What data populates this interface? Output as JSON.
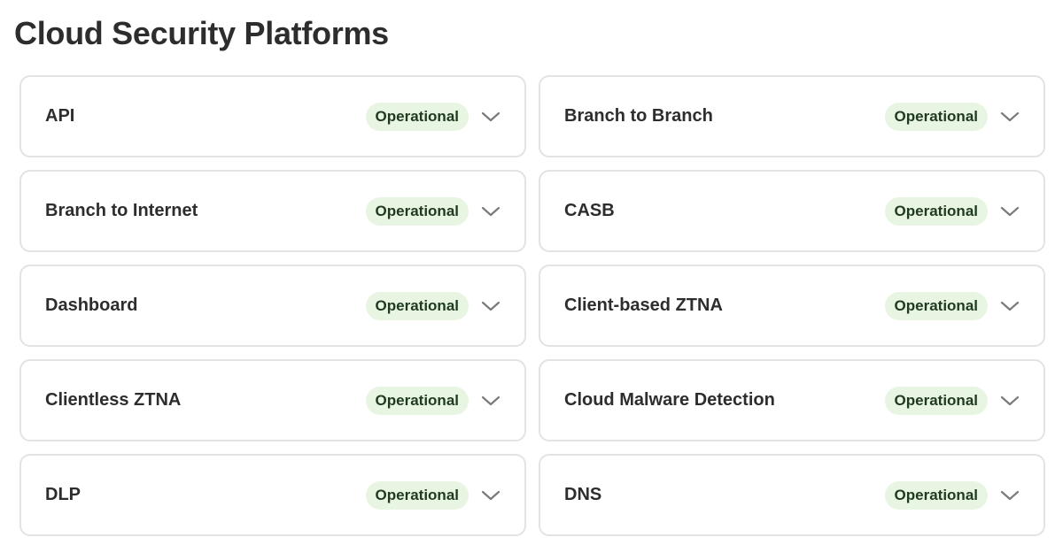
{
  "page": {
    "title": "Cloud Security Platforms"
  },
  "status_color": "#e8f5e3",
  "components": [
    {
      "name": "API",
      "status": "Operational",
      "icon": "chevron-down-icon"
    },
    {
      "name": "Branch to Branch",
      "status": "Operational",
      "icon": "chevron-down-icon"
    },
    {
      "name": "Branch to Internet",
      "status": "Operational",
      "icon": "chevron-down-icon"
    },
    {
      "name": "CASB",
      "status": "Operational",
      "icon": "chevron-down-icon"
    },
    {
      "name": "Dashboard",
      "status": "Operational",
      "icon": "chevron-down-icon"
    },
    {
      "name": "Client-based ZTNA",
      "status": "Operational",
      "icon": "chevron-down-icon"
    },
    {
      "name": "Clientless ZTNA",
      "status": "Operational",
      "icon": "chevron-down-icon"
    },
    {
      "name": "Cloud Malware Detection",
      "status": "Operational",
      "icon": "chevron-down-icon"
    },
    {
      "name": "DLP",
      "status": "Operational",
      "icon": "chevron-down-icon"
    },
    {
      "name": "DNS",
      "status": "Operational",
      "icon": "chevron-down-icon"
    }
  ]
}
